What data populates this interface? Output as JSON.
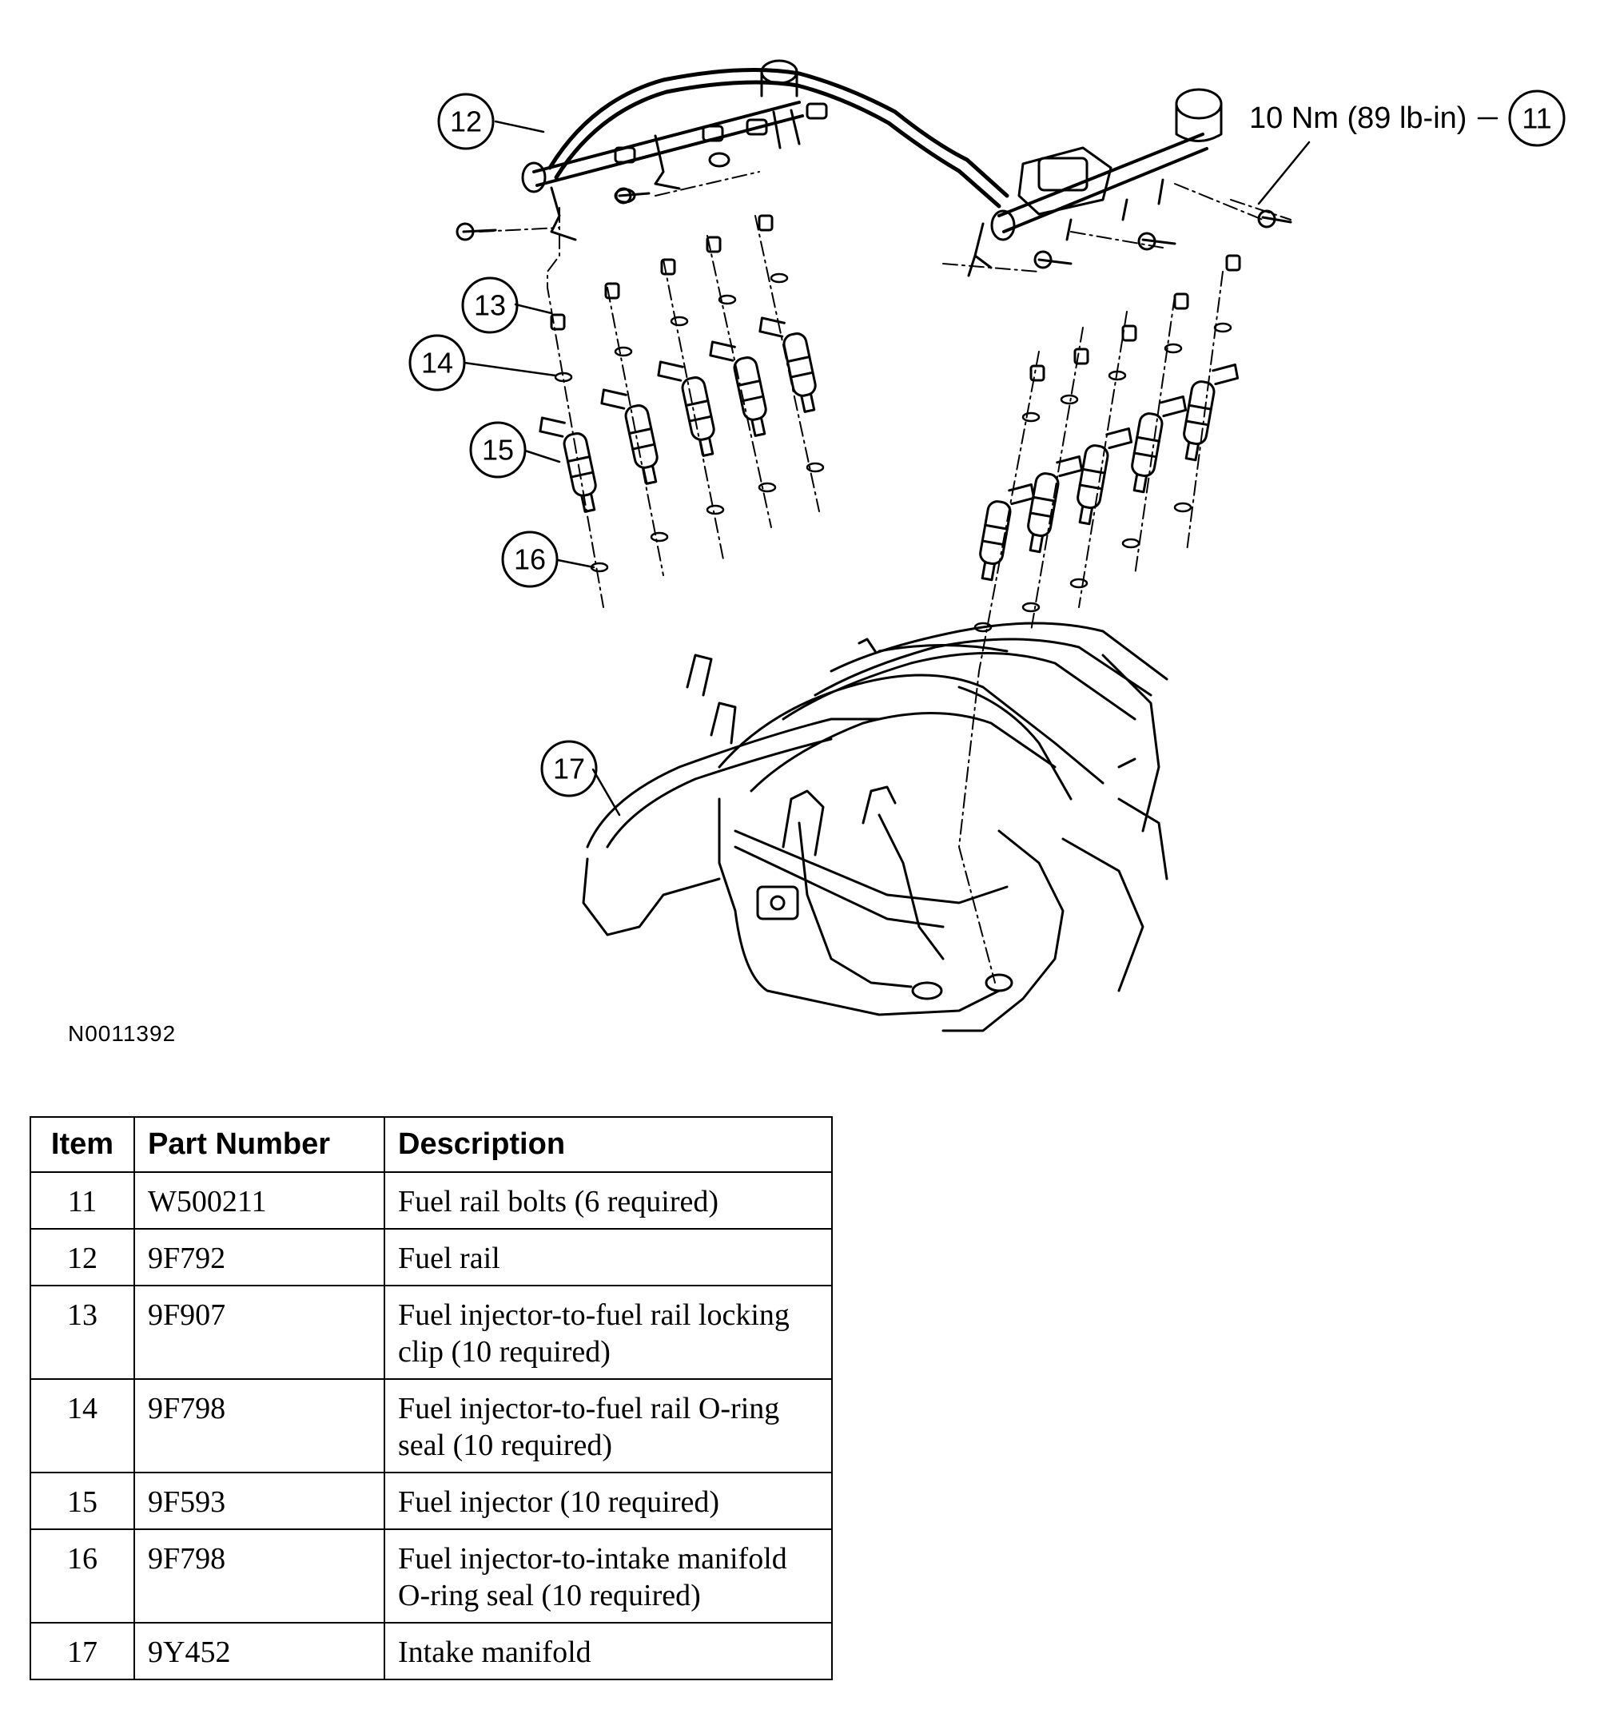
{
  "figure_id": "N0011392",
  "torque_spec": "10 Nm (89 lb-in)",
  "callouts": [
    "11",
    "12",
    "13",
    "14",
    "15",
    "16",
    "17"
  ],
  "table": {
    "headers": [
      "Item",
      "Part Number",
      "Description"
    ],
    "rows": [
      {
        "item": "11",
        "part_number": "W500211",
        "description": "Fuel rail bolts (6 required)"
      },
      {
        "item": "12",
        "part_number": "9F792",
        "description": "Fuel rail"
      },
      {
        "item": "13",
        "part_number": "9F907",
        "description": "Fuel injector-to-fuel rail locking clip (10 required)"
      },
      {
        "item": "14",
        "part_number": "9F798",
        "description": "Fuel injector-to-fuel rail O-ring seal (10 required)"
      },
      {
        "item": "15",
        "part_number": "9F593",
        "description": "Fuel injector (10 required)"
      },
      {
        "item": "16",
        "part_number": "9F798",
        "description": "Fuel injector-to-intake manifold O-ring seal (10 required)"
      },
      {
        "item": "17",
        "part_number": "9Y452",
        "description": "Intake manifold"
      }
    ]
  }
}
